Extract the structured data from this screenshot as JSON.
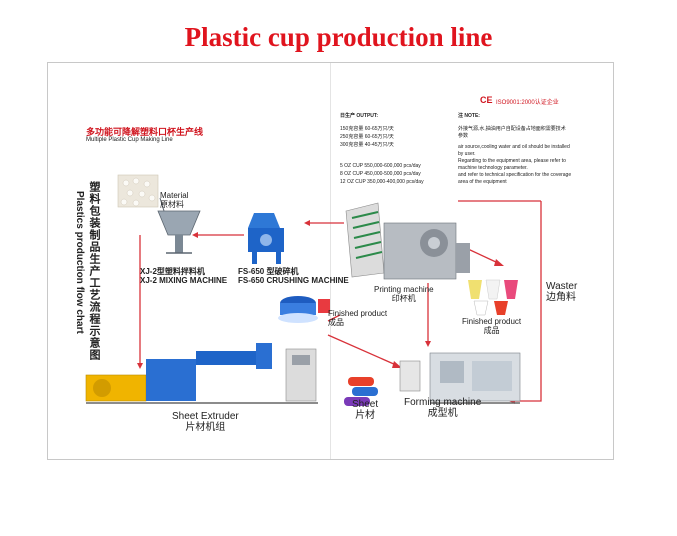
{
  "title": "Plastic cup production line",
  "header": {
    "cn_title": "多功能可降解塑料口杯生产线",
    "en_title": "Multiple Plastic Cup Making Line",
    "iso_text": "ISO9001:2000认证企业",
    "ce_mark": "CE"
  },
  "output": {
    "heading": "日生产 OUTPUT:",
    "lines_cn": [
      "150克容量 60-65万只/天",
      "250克容量 60-65万只/天",
      "300克容量 40-45万只/天"
    ],
    "lines_en": [
      "5 OZ  CUP 550,000-600,000 pcs/day",
      "8 OZ  CUP 450,000-500,000 pcs/day",
      "12 OZ CUP 350,000-400,000 pcs/day"
    ]
  },
  "note": {
    "heading": "注 NOTE:",
    "lines": [
      "外接气源,水,抽油用户自配设备占地面积需要技术",
      "参数",
      "air source,cooling water and oil should be installed",
      "by user.",
      "Regarding to the equipment area, please refer to",
      "machine technology parameter.",
      "and refer to technical specification for the coverage",
      "area of the equipment"
    ]
  },
  "flow_chart": {
    "cn": "塑料包装制品生产工艺流程示意图",
    "en": "Plastics production flow chart"
  },
  "machines": {
    "material_en": "Material",
    "material_cn": "原材料",
    "mixing_cn": "XJ-2型塑料拌料机",
    "mixing_en": "XJ-2 MIXING MACHINE",
    "crushing_cn": "FS-650 型破碎机",
    "crushing_en": "FS-650 CRUSHING MACHINE",
    "printing_en": "Printing machine",
    "printing_cn": "印杯机",
    "waster_en": "Waster",
    "waster_cn": "边角料",
    "finished1_en": "Finished product",
    "finished1_cn": "成品",
    "finished2_en": "Finished product",
    "finished2_cn": "成品",
    "extruder_en": "Sheet Extruder",
    "extruder_cn": "片材机组",
    "sheet_en": "Sheet",
    "sheet_cn": "片材",
    "forming_en": "Forming machine",
    "forming_cn": "成型机"
  },
  "colors": {
    "title_red": "#e0141e",
    "arrow_red": "#d8323a",
    "machine_blue": "#1e64c8",
    "machine_yellow": "#f0b400"
  }
}
